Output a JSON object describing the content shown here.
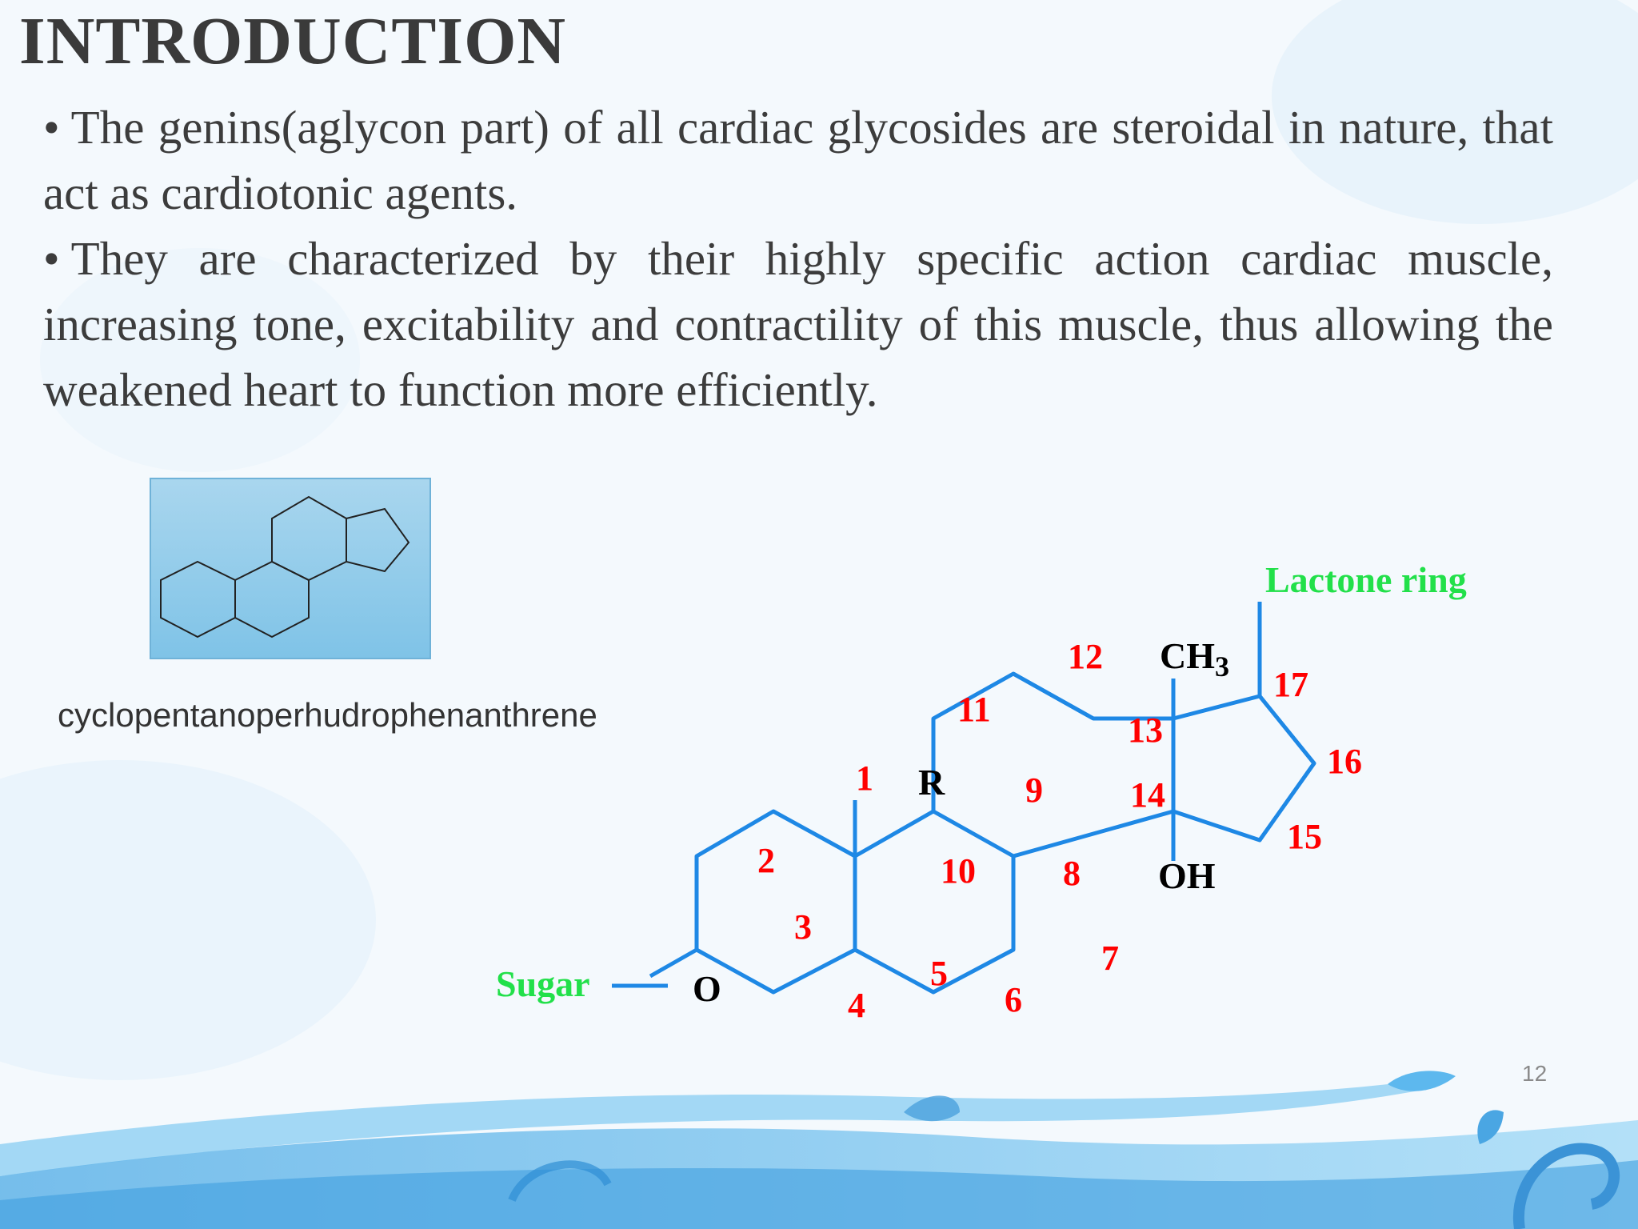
{
  "slide": {
    "title": "INTRODUCTION",
    "bullets": [
      "The genins(aglycon part) of all cardiac glycosides are steroidal in nature, that act as cardiotonic  agents.",
      "They are characterized by their highly specific action cardiac muscle, increasing tone, excitability and contractility of this muscle, thus allowing the weakened heart to function more efficiently."
    ],
    "bullet_symbol": "•",
    "skeleton_caption": "cyclopentanoperhudrophenanthrene",
    "page_number": "12"
  },
  "structure": {
    "carbon_numbers": [
      "1",
      "2",
      "3",
      "4",
      "5",
      "6",
      "7",
      "8",
      "9",
      "10",
      "11",
      "12",
      "13",
      "14",
      "15",
      "16",
      "17"
    ],
    "substituents": {
      "r": "R",
      "ch3_main": "CH",
      "ch3_sub": "3",
      "oh": "OH",
      "o": "O",
      "sugar": "Sugar",
      "lactone": "Lactone ring"
    }
  },
  "colors": {
    "bond": "#1e88e5",
    "carbon_number": "#ff0000",
    "highlight_label": "#22e04a",
    "text": "#3c3c3c"
  }
}
